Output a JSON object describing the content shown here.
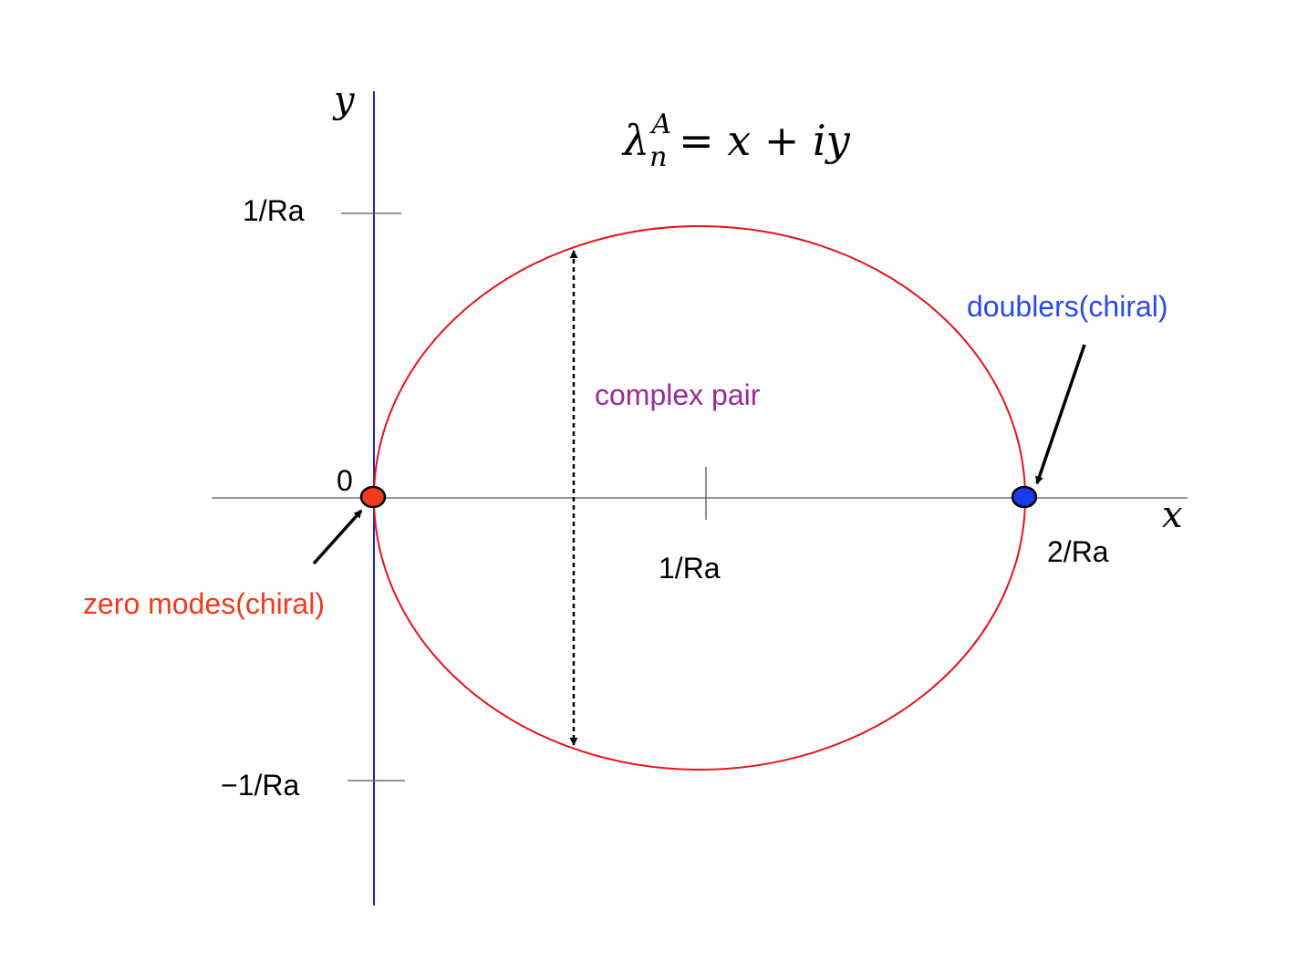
{
  "equation": {
    "lambda": "λ",
    "subscript": "n",
    "superscript": "A",
    "rhs": "= x + iy"
  },
  "axes": {
    "x_label": "x",
    "y_label": "y",
    "origin_label": "0",
    "x_ticks": [
      "1/Ra",
      "2/Ra"
    ],
    "y_ticks": [
      "1/Ra",
      "−1/Ra"
    ]
  },
  "annotations": {
    "complex_pair": "complex pair",
    "zero_modes": "zero modes(chiral)",
    "doublers": "doublers(chiral)"
  },
  "colors": {
    "circle": "#e8121a",
    "y_axis": "#2020c0",
    "zero_mode_point": "#f23a1e",
    "doubler_point": "#1a3ae8",
    "complex_pair_text": "#9a2a9a",
    "zero_modes_text": "#f23a1e",
    "doublers_text": "#2a4ae8"
  }
}
